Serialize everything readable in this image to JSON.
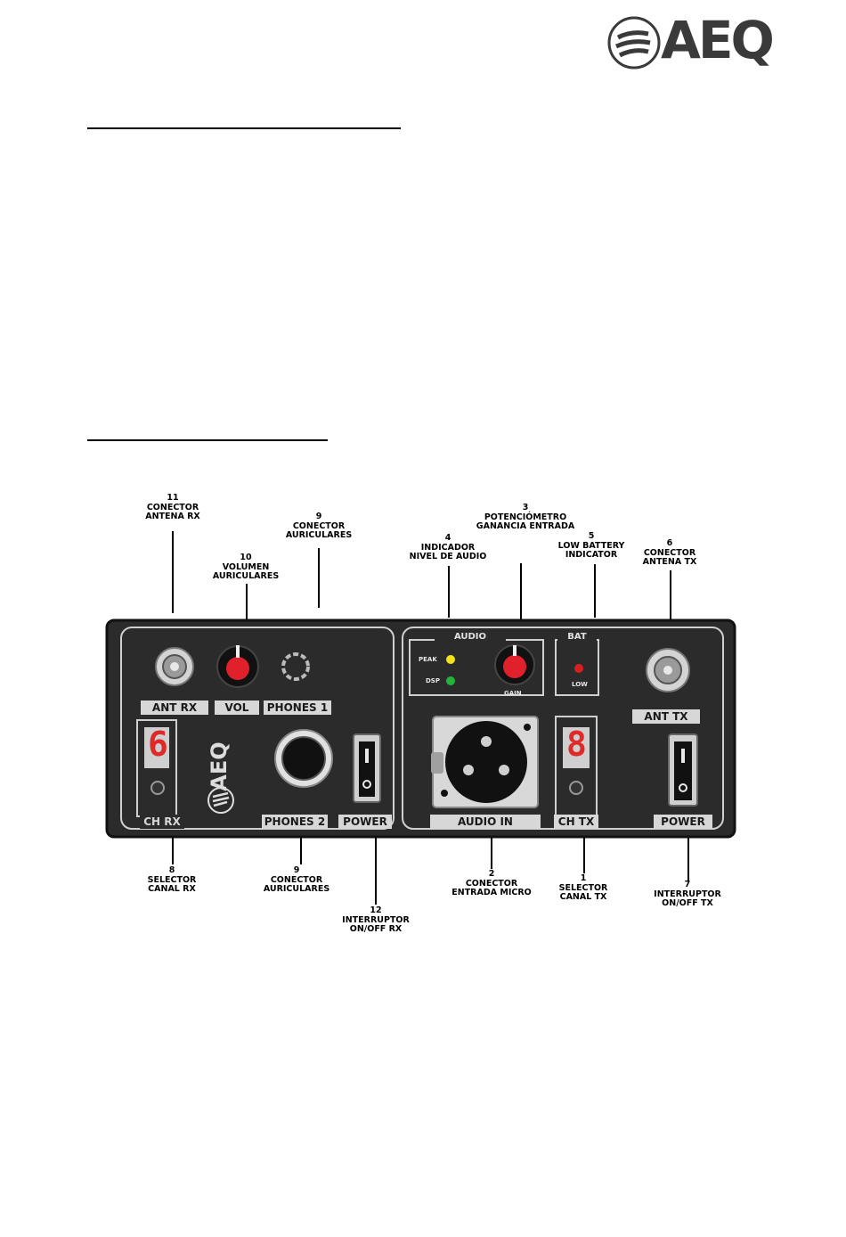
{
  "brand": {
    "name": "AEQ"
  },
  "callouts": [
    {
      "id": "11",
      "lines": [
        "11",
        "CONECTOR",
        "ANTENA RX"
      ]
    },
    {
      "id": "9a",
      "lines": [
        "9",
        "CONECTOR",
        "AURICULARES"
      ]
    },
    {
      "id": "10",
      "lines": [
        "10",
        "VOLUMEN",
        "AURICULARES"
      ]
    },
    {
      "id": "4",
      "lines": [
        "4",
        "INDICADOR",
        "NIVEL DE AUDIO"
      ]
    },
    {
      "id": "3",
      "lines": [
        "3",
        "POTENCIÓMETRO",
        "GANANCIA ENTRADA"
      ]
    },
    {
      "id": "5",
      "lines": [
        "5",
        "LOW BATTERY",
        "INDICATOR"
      ]
    },
    {
      "id": "6",
      "lines": [
        "6",
        "CONECTOR",
        "ANTENA TX"
      ]
    },
    {
      "id": "8",
      "lines": [
        "8",
        "SELECTOR",
        "CANAL RX"
      ]
    },
    {
      "id": "9b",
      "lines": [
        "9",
        "CONECTOR",
        "AURICULARES"
      ]
    },
    {
      "id": "12",
      "lines": [
        "12",
        "INTERRUPTOR",
        "ON/OFF RX"
      ]
    },
    {
      "id": "2",
      "lines": [
        "2",
        "CONECTOR",
        "ENTRADA MICRO"
      ]
    },
    {
      "id": "1",
      "lines": [
        "1",
        "SELECTOR",
        "CANAL TX"
      ]
    },
    {
      "id": "7",
      "lines": [
        "7",
        "INTERRUPTOR",
        "ON/OFF TX"
      ]
    }
  ],
  "panel": {
    "ant_rx": "ANT RX",
    "vol": "VOL",
    "phones1": "PHONES 1",
    "ch_rx": "CH RX",
    "phones2": "PHONES 2",
    "power_rx": "POWER",
    "audio_group": "AUDIO",
    "peak": "PEAK",
    "dsp": "DSP",
    "gain": "GAIN",
    "bat": "BAT",
    "low": "LOW",
    "ant_tx": "ANT TX",
    "audio_in": "AUDIO IN",
    "ch_tx": "CH TX",
    "power_tx": "POWER",
    "rx_digit": "6",
    "tx_digit": "8",
    "panel_logo": "AEQ"
  },
  "colors": {
    "panel": "#2b2b2b",
    "knob": "#e0202a",
    "peak_led": "#f2e21a",
    "dsp_led": "#22b43a",
    "low_led": "#d82020",
    "digit": "#e02a2a"
  }
}
